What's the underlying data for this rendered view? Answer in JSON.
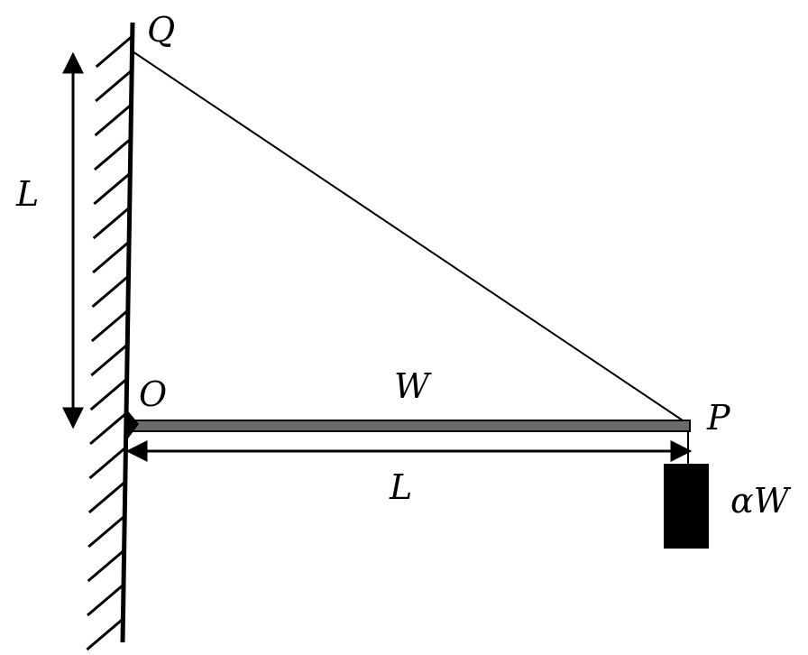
{
  "labels": {
    "top_point": "Q",
    "pivot_point": "O",
    "end_point": "P",
    "vertical_length": "L",
    "horizontal_length": "L",
    "rod_weight": "W",
    "hanging_weight": "αW"
  },
  "colors": {
    "ink": "#000000",
    "rod_fill": "#6b6b6b",
    "background": "#ffffff"
  }
}
